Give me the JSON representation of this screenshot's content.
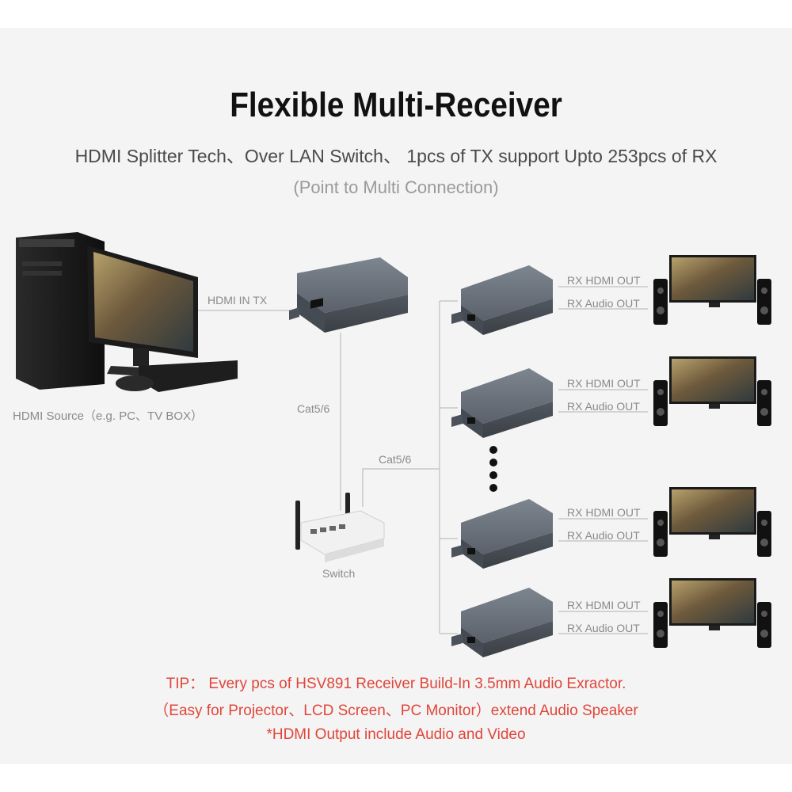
{
  "title": "Flexible Multi-Receiver",
  "subtitle": "HDMI Splitter Tech、Over LAN Switch、 1pcs of TX support Upto 253pcs of RX",
  "subtitle_note": "(Point to Multi Connection)",
  "source_label": "HDMI Source（e.g. PC、TV BOX）",
  "hdmi_in_label": "HDMI IN TX",
  "cable_label": "Cat5/6",
  "switch_label": "Switch",
  "receivers": [
    {
      "hdmi_out": "RX HDMI OUT",
      "audio_out": "RX Audio OUT"
    },
    {
      "hdmi_out": "RX HDMI OUT",
      "audio_out": "RX Audio OUT"
    },
    {
      "hdmi_out": "RX HDMI OUT",
      "audio_out": "RX Audio OUT"
    },
    {
      "hdmi_out": "RX HDMI OUT",
      "audio_out": "RX Audio OUT"
    }
  ],
  "tips": [
    "TIP： Every pcs of HSV891 Receiver Build-In 3.5mm Audio Exractor.",
    "（Easy for Projector、LCD Screen、PC Monitor）extend Audio Speaker",
    "*HDMI Output include Audio and Video"
  ],
  "colors": {
    "tip": "#e0463a",
    "device": "#5f6771",
    "line": "#c8c8c8"
  }
}
